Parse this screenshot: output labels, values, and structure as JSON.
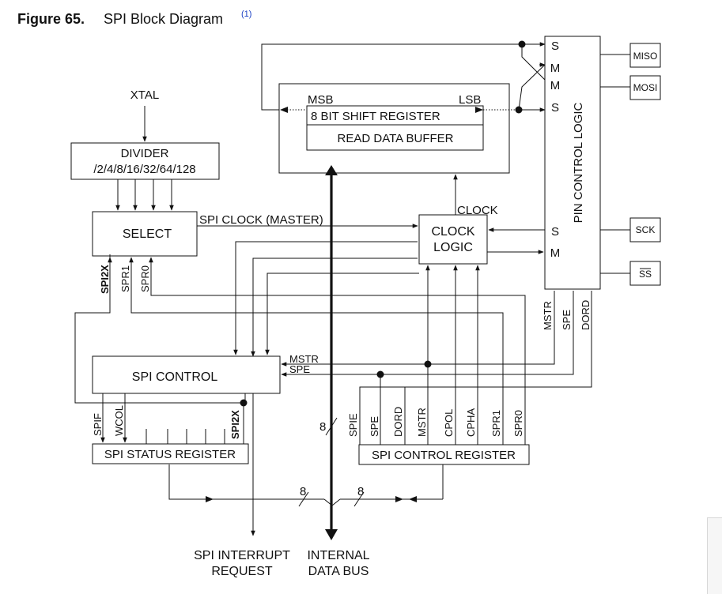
{
  "caption": {
    "figure": "Figure 65.",
    "title": "SPI Block Diagram",
    "note": "(1)"
  },
  "inputs": {
    "xtal": "XTAL"
  },
  "blocks": {
    "divider": {
      "line1": "DIVIDER",
      "line2": "/2/4/8/16/32/64/128"
    },
    "select": "SELECT",
    "shift_register": {
      "msb": "MSB",
      "lsb": "LSB",
      "name": "8 BIT SHIFT REGISTER",
      "buffer": "READ DATA BUFFER"
    },
    "clock_logic": {
      "line1": "CLOCK",
      "line2": "LOGIC",
      "clock_label": "CLOCK"
    },
    "pin_control": {
      "name": "PIN CONTROL LOGIC",
      "pins": [
        "S",
        "M",
        "M",
        "S",
        "S",
        "M"
      ]
    },
    "spi_control": "SPI CONTROL",
    "status_register": "SPI STATUS REGISTER",
    "control_register": "SPI CONTROL REGISTER"
  },
  "pins": {
    "miso": "MISO",
    "mosi": "MOSI",
    "sck": "SCK",
    "ss": "SS"
  },
  "signals": {
    "spi_clock_master": "SPI CLOCK (MASTER)",
    "select_inputs": [
      "SPI2X",
      "SPR1",
      "SPR0"
    ],
    "pin_inputs": [
      "MSTR",
      "SPE",
      "DORD"
    ],
    "control_inputs": [
      "MSTR",
      "SPE"
    ],
    "status_bits": [
      "SPIF",
      "WCOL",
      "SPI2X"
    ],
    "control_bits": [
      "SPIE",
      "SPE",
      "DORD",
      "MSTR",
      "CPOL",
      "CPHA",
      "SPR1",
      "SPR0"
    ],
    "bus_width": "8"
  },
  "outputs": {
    "interrupt": {
      "line1": "SPI INTERRUPT",
      "line2": "REQUEST"
    },
    "bus": {
      "line1": "INTERNAL",
      "line2": "DATA BUS"
    }
  }
}
